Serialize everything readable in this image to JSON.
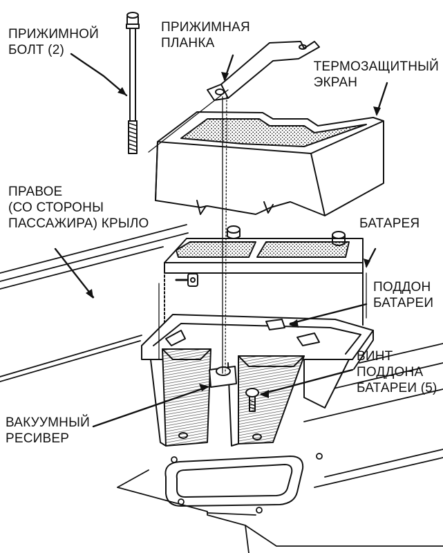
{
  "labels": {
    "bolt": {
      "line1": "ПРИЖИМНОЙ",
      "line2": "БОЛТ (2)"
    },
    "clamp": {
      "line1": "ПРИЖИМНАЯ",
      "line2": "ПЛАНКА"
    },
    "heat_shield": {
      "line1": "ТЕРМОЗАЩИТНЫЙ",
      "line2": "ЭКРАН"
    },
    "fender": {
      "line1": "ПРАВОЕ",
      "line2": "(СО СТОРОНЫ",
      "line3": "ПАССАЖИРА) КРЫЛО"
    },
    "battery": {
      "line1": "БАТАРЕЯ"
    },
    "tray": {
      "line1": "ПОДДОН",
      "line2": "БАТАРЕИ"
    },
    "screw": {
      "line1": "ВИНТ",
      "line2": "ПОДДОНА",
      "line3": "БАТАРЕИ (5)"
    },
    "vacuum": {
      "line1": "ВАКУУМНЫЙ",
      "line2": "РЕСИВЕР"
    }
  },
  "colors": {
    "ink": "#111111",
    "paper": "#ffffff",
    "shade": "#555555"
  }
}
